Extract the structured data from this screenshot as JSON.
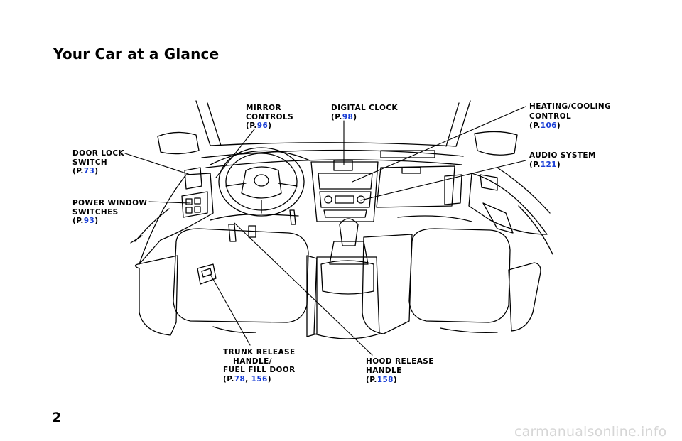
{
  "page": {
    "title": "Your Car at a Glance",
    "page_number": "2",
    "watermark": "carmanualsonline.info"
  },
  "callouts": {
    "mirror_controls": {
      "lines": [
        "MIRROR",
        "CONTROLS"
      ],
      "ref_prefix": "(P.",
      "pages": [
        "96"
      ],
      "ref_suffix": ")"
    },
    "digital_clock": {
      "lines": [
        "DIGITAL CLOCK"
      ],
      "ref_prefix": "(P.",
      "pages": [
        "98"
      ],
      "ref_suffix": ")"
    },
    "heating_cooling": {
      "lines": [
        "HEATING/COOLING",
        "CONTROL"
      ],
      "ref_prefix": "(P.",
      "pages": [
        "106"
      ],
      "ref_suffix": ")"
    },
    "door_lock": {
      "lines": [
        "DOOR LOCK",
        "SWITCH"
      ],
      "ref_prefix": "(P.",
      "pages": [
        "73"
      ],
      "ref_suffix": ")"
    },
    "audio_system": {
      "lines": [
        "AUDIO SYSTEM"
      ],
      "ref_prefix": "(P.",
      "pages": [
        "121"
      ],
      "ref_suffix": ")"
    },
    "power_window": {
      "lines": [
        "POWER WINDOW",
        "SWITCHES"
      ],
      "ref_prefix": "(P.",
      "pages": [
        "93"
      ],
      "ref_suffix": ")"
    },
    "trunk_release": {
      "lines": [
        "TRUNK RELEASE",
        "HANDLE/",
        "FUEL FILL DOOR"
      ],
      "ref_prefix": "(P.",
      "pages": [
        "78",
        "156"
      ],
      "ref_sep": ", ",
      "ref_suffix": ")"
    },
    "hood_release": {
      "lines": [
        "HOOD RELEASE",
        "HANDLE"
      ],
      "ref_prefix": "(P.",
      "pages": [
        "158"
      ],
      "ref_suffix": ")"
    }
  },
  "colors": {
    "page_link": "#1a3fd6",
    "ink": "#000000",
    "watermark": "#d6d6d6"
  }
}
